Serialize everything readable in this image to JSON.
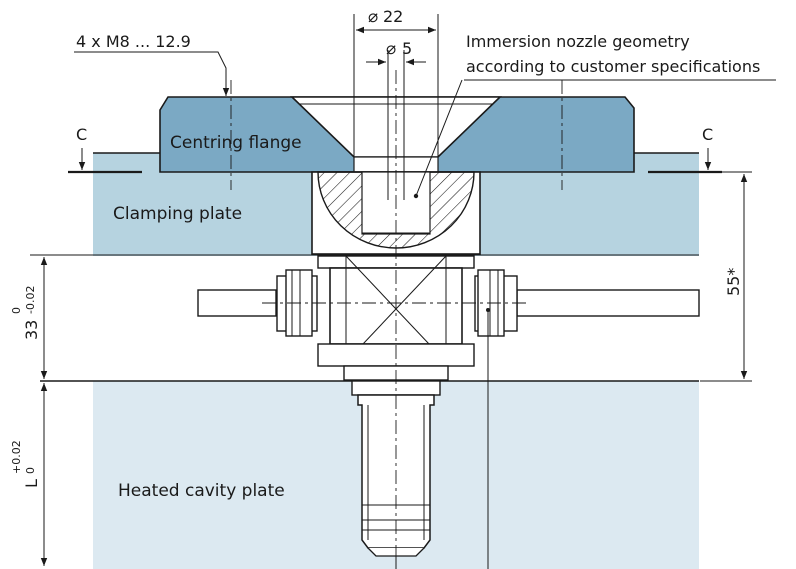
{
  "labels": {
    "bolts": "4 x M8 ... 12.9",
    "dia_outer": "22",
    "dia_inner": "5",
    "nozzle_note_1": "Immersion nozzle geometry",
    "nozzle_note_2": "according to customer specifications",
    "section_left": "C",
    "section_right": "C",
    "centring_flange": "Centring flange",
    "clamping_plate": "Clamping plate",
    "heated_cavity_plate": "Heated cavity plate",
    "dim_55": "55*",
    "dim_33": "33",
    "tol_33_upper": "0",
    "tol_33_lower": "-0.02",
    "dim_L": "L",
    "tol_L_upper": "+0.02",
    "tol_L_lower": "0"
  },
  "colors": {
    "flange": "#7ba9c4",
    "clamping_plate": "#b6d3e0",
    "cavity_plate": "#dce9f1",
    "line": "#1a1a1a"
  }
}
